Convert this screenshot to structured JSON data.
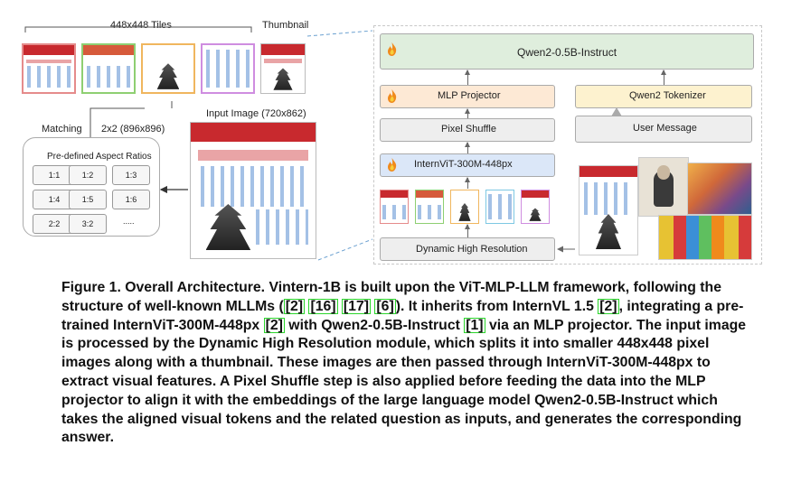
{
  "figure": {
    "left_panel": {
      "tiles_label": "448x448 Tiles",
      "thumbnail_label": "Thumbnail",
      "matching_label": "Matching",
      "grid_label": "2x2 (896x896)",
      "input_label": "Input Image (720x862)",
      "ratios_title": "Pre-defined Aspect Ratios",
      "ratios": [
        "1:1",
        "1:2",
        "1:3",
        "1:4",
        "1:5",
        "1:6",
        "2:2",
        "3:2",
        "....."
      ]
    },
    "right_panel": {
      "llm": "Qwen2-0.5B-Instruct",
      "projector": "MLP Projector",
      "tokenizer": "Qwen2 Tokenizer",
      "pixel_shuffle": "Pixel Shuffle",
      "user_message": "User Message",
      "vit": "InternViT-300M-448px",
      "dhr": "Dynamic High Resolution"
    },
    "colors": {
      "llm_fill": "#dfeedd",
      "projector_fill": "#fde9d5",
      "tokenizer_fill": "#fdf2cf",
      "vit_fill": "#dbe7f8",
      "neutral_fill": "#eeeeee",
      "tile_borders": [
        "#e58b8b",
        "#8ecf72",
        "#f0b65e",
        "#7ec8e3",
        "#cf8de0",
        "#eeeeee"
      ]
    }
  },
  "caption": {
    "label": "Figure 1.",
    "s1": "Overall Architecture.",
    "s2a": "Vintern-1B is built upon the ViT-MLP-LLM framework, following the structure of well-known MLLMs (",
    "r1": "[2]",
    "r2": "[16]",
    "r3": "[17]",
    "r4": "[6]",
    "s2b": "). It inherits from InternVL 1.5 ",
    "r5": "[2]",
    "s3a": ", integrating a pre-trained InternViT-300M-448px ",
    "r6": "[2]",
    "s3b": " with Qwen2-0.5B-Instruct ",
    "r7": "[1]",
    "s3c": " via an MLP projector. The input image is processed by the Dynamic High Resolution module, which splits it into smaller 448x448 pixel images along with a thumbnail. These images are then passed through InternViT-300M-448px to extract visual features. A Pixel Shuffle step is also applied before feeding the data into the MLP projector to align it with the embeddings of the large language model Qwen2-0.5B-Instruct which takes the aligned visual tokens and the related question as inputs, and generates the corresponding answer."
  }
}
